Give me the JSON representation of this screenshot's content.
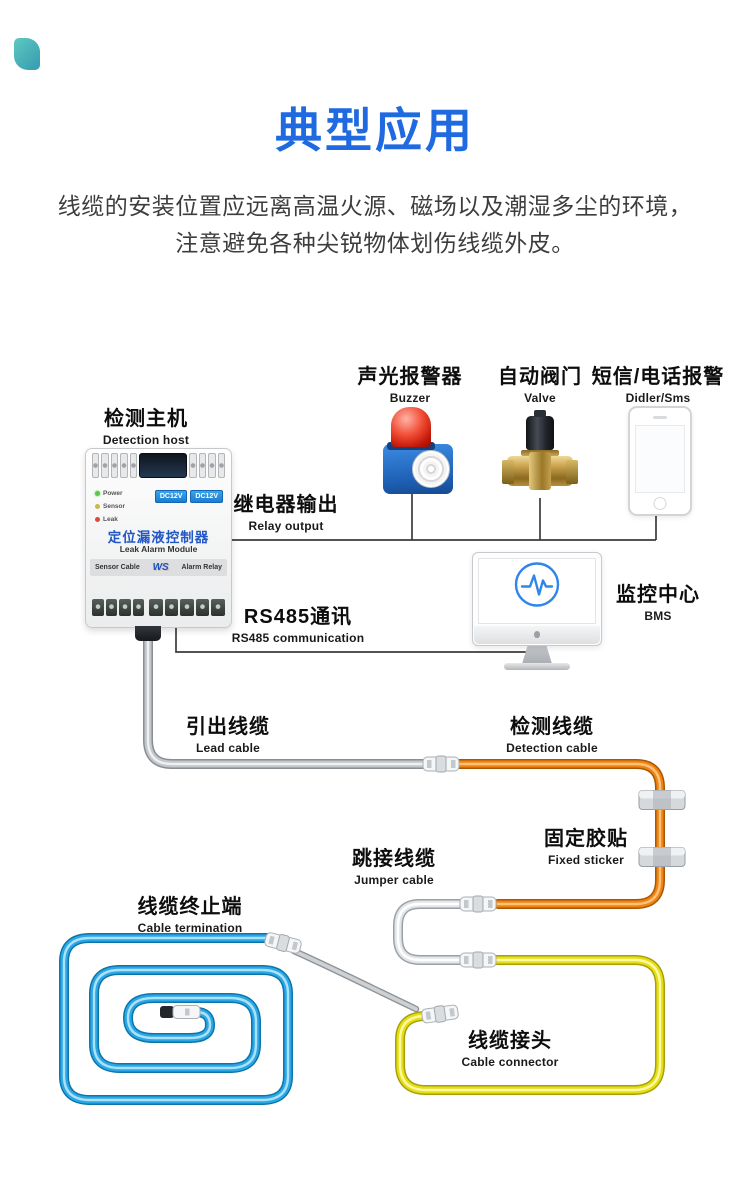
{
  "title": "典型应用",
  "description": {
    "line1": "线缆的安装位置应远离高温火源、磁场以及潮湿多尘的环境，",
    "line2": "注意避免各种尖锐物体划伤线缆外皮。"
  },
  "colors": {
    "accent": "#1f6ae0",
    "cableOrange": "#ef8413",
    "cableYellow": "#e6de14",
    "cableBlue": "#2aa7e6",
    "cableGray": "#c3c7cb",
    "cableWhite": "#e2e6e9",
    "lineColor": "#3c3c3c"
  },
  "labels": {
    "buzzer": {
      "zh": "声光报警器",
      "en": "Buzzer"
    },
    "valve": {
      "zh": "自动阀门",
      "en": "Valve"
    },
    "sms": {
      "zh": "短信/电话报警",
      "en": "Didler/Sms"
    },
    "host": {
      "zh": "检测主机",
      "en": "Detection host"
    },
    "relay": {
      "zh": "继电器输出",
      "en": "Relay output"
    },
    "monitor": {
      "zh": "监控中心",
      "en": "BMS"
    },
    "rs485": {
      "zh": "RS485通讯",
      "en": "RS485 communication"
    },
    "lead": {
      "zh": "引出线缆",
      "en": "Lead cable"
    },
    "detection": {
      "zh": "检测线缆",
      "en": "Detection cable"
    },
    "fixed": {
      "zh": "固定胶贴",
      "en": "Fixed sticker"
    },
    "jumper": {
      "zh": "跳接线缆",
      "en": "Jumper cable"
    },
    "termination": {
      "zh": "线缆终止端",
      "en": "Cable termination"
    },
    "connector": {
      "zh": "线缆接头",
      "en": "Cable connector"
    }
  },
  "device_host": {
    "title_zh": "定位漏液控制器",
    "title_en": "Leak Alarm Module",
    "brand": "WS",
    "btn1": "DC12V",
    "btn2": "DC12V",
    "led1": "Power",
    "led2": "Sensor",
    "led3": "Leak",
    "port_left": "Sensor Cable",
    "port_right": "Alarm Relay"
  }
}
